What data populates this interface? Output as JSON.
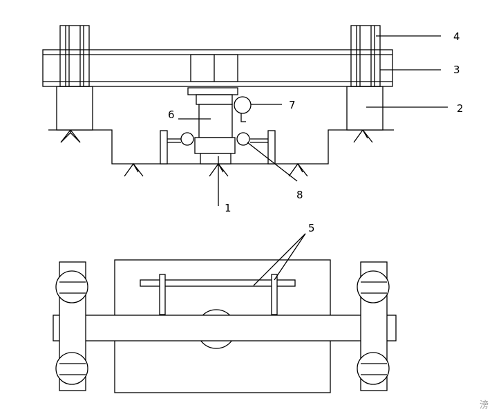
{
  "labels": {
    "l1": "1",
    "l2": "2",
    "l3": "3",
    "l4": "4",
    "l5": "5",
    "l6": "6",
    "l7": "7",
    "l8": "8"
  },
  "watermark": "滂"
}
